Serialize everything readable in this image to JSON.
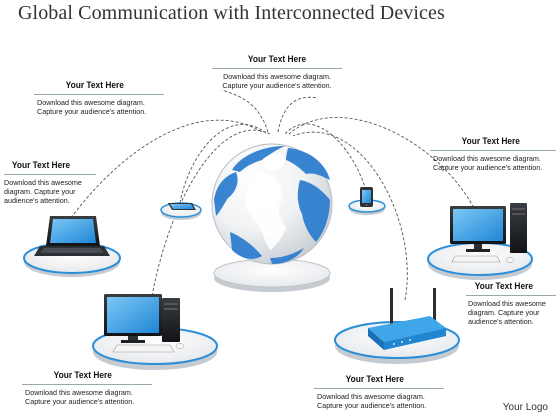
{
  "title": "Global Communication with Interconnected Devices",
  "callouts": {
    "top": {
      "heading": "Your Text Here",
      "line1": "Download this awesome diagram.",
      "line2": "Capture your audience's attention."
    },
    "upper_left": {
      "heading": "Your Text Here",
      "line1": "Download this awesome diagram.",
      "line2": "Capture your audience's attention."
    },
    "left": {
      "heading": "Your Text Here",
      "line1": "Download this awesome",
      "line2": "diagram. Capture your",
      "line3": "audience's attention."
    },
    "right_top": {
      "heading": "Your Text Here",
      "line1": "Download this awesome diagram.",
      "line2": "Capture your audience's attention."
    },
    "right_mid": {
      "heading": "Your Text Here",
      "line1": "Download this awesome",
      "line2": "diagram. Capture your",
      "line3": "audience's attention."
    },
    "bottom_left": {
      "heading": "Your Text Here",
      "line1": "Download this awesome diagram.",
      "line2": "Capture your audience's attention."
    },
    "bottom_right": {
      "heading": "Your Text Here",
      "line1": "Download this awesome diagram.",
      "line2": "Capture your audience's attention."
    }
  },
  "logo": "Your Logo",
  "colors": {
    "platform_blue": "#2a8fd8",
    "globe_ocean": "#2f7fd0",
    "screen_blue": "#3aa6ee"
  },
  "devices": [
    "globe",
    "laptop",
    "tablet",
    "smartphone",
    "desktop-pc-right",
    "desktop-pc-left",
    "wifi-router"
  ]
}
